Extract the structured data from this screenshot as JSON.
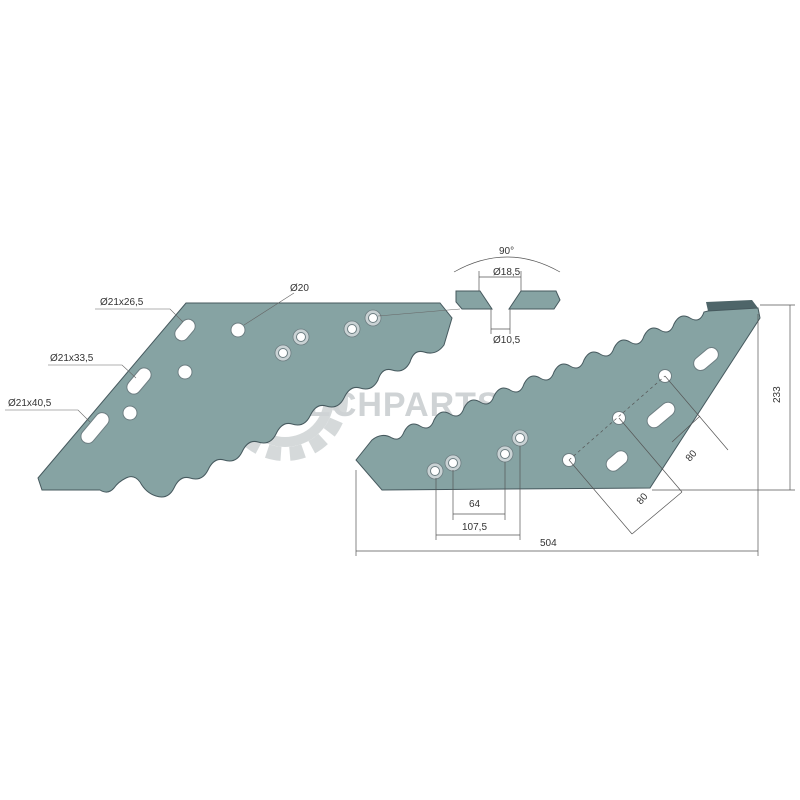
{
  "watermark": {
    "text": "POLTECHPARTS.PL",
    "color": "#a9b0b3"
  },
  "colors": {
    "blade_fill": "#86a3a3",
    "blade_edge": "#4e6569",
    "blade_stroke": "#46595e",
    "line": "#555555"
  },
  "labels": {
    "slot_top": "Ø21x26,5",
    "slot_mid": "Ø21x33,5",
    "slot_bottom": "Ø21x40,5",
    "round_hole": "Ø20",
    "countersink_angle": "90°",
    "countersink_outer": "Ø18,5",
    "countersink_inner": "Ø10,5",
    "pitch_short": "64",
    "pitch_long": "107,5",
    "overall_length": "504",
    "height": "233",
    "diag_upper": "80",
    "diag_lower": "80"
  }
}
